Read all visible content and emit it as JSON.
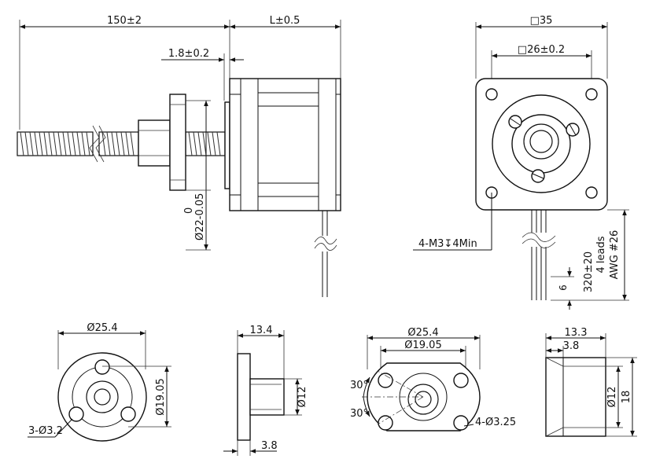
{
  "side_view": {
    "total_length": "150±2",
    "body_length": "L±0.5",
    "shaft_offset": "1.8±0.2",
    "nut_diameter_top": "0",
    "nut_diameter_bottom": "Ø22-0.05"
  },
  "front_view": {
    "width": "□35",
    "hole_spacing": "□26±0.2",
    "mount_holes": "4-M3",
    "depth_symbol": "↧",
    "mount_depth": "4Min",
    "lead_length": "320±20",
    "lead_count": "4 leads",
    "wire_gauge": "AWG #26",
    "wire_strip": "6"
  },
  "nut_a_front": {
    "outer_diameter": "Ø25.4",
    "bolt_circle": "Ø19.05",
    "holes": "3-Ø3.2"
  },
  "nut_a_side": {
    "length": "13.4",
    "flange_thickness": "3.8",
    "pilot_diameter": "Ø12"
  },
  "nut_b_front": {
    "outer_diameter": "Ø25.4",
    "bolt_circle": "Ø19.05",
    "angle_top": "30°",
    "angle_bottom": "30°",
    "holes": "4-Ø3.25"
  },
  "nut_b_side": {
    "length": "13.3",
    "flange_thickness": "3.8",
    "pilot_diameter": "Ø12",
    "outer_height": "18"
  }
}
